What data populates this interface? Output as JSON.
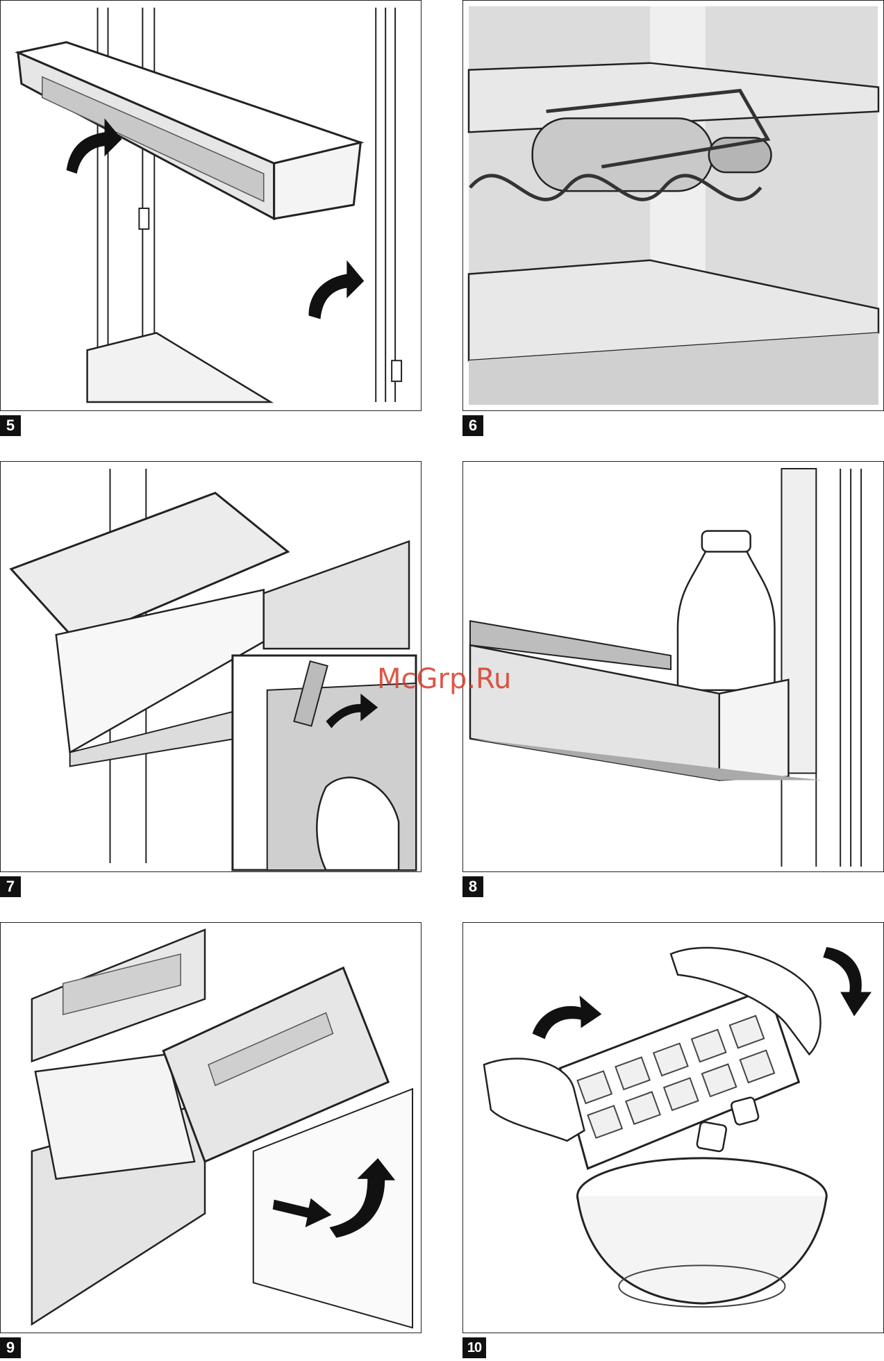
{
  "figures": [
    {
      "id": "fig5",
      "label": "5",
      "subject": "door shelf removal"
    },
    {
      "id": "fig6",
      "label": "6",
      "subject": "bottle rack"
    },
    {
      "id": "fig7",
      "label": "7",
      "subject": "shelf clip release"
    },
    {
      "id": "fig8",
      "label": "8",
      "subject": "bottle shelf with milk bottle"
    },
    {
      "id": "fig9",
      "label": "9",
      "subject": "freezer drawer removal"
    },
    {
      "id": "fig10",
      "label": "10",
      "subject": "ice cube tray"
    }
  ],
  "watermark": "McGrp.Ru",
  "colors": {
    "line": "#222222",
    "shade": "#d9d9d9",
    "dark_shade": "#9a9a9a",
    "watermark": "#d83a2a",
    "badge": "#111111"
  }
}
